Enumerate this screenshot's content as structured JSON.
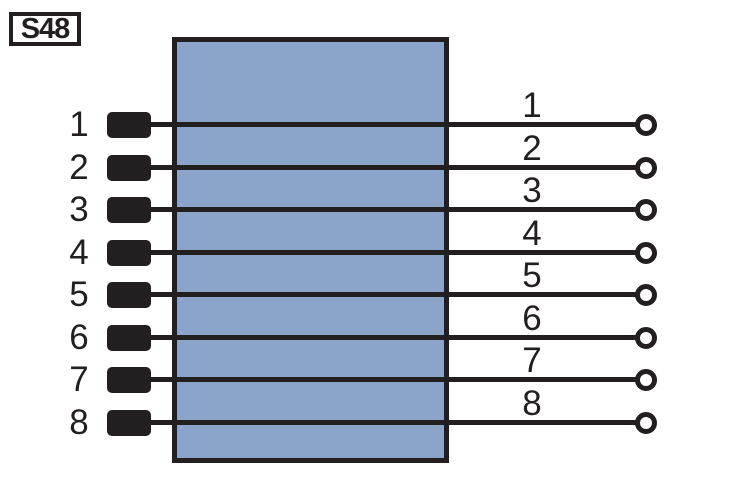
{
  "title": {
    "label": "S48"
  },
  "colors": {
    "ink": "#231F20",
    "component_fill": "#8AA4CA",
    "background": "#FFFFFF",
    "terminal_fill": "#FFFFFF"
  },
  "wires": [
    {
      "left_label": "1",
      "right_label": "1"
    },
    {
      "left_label": "2",
      "right_label": "2"
    },
    {
      "left_label": "3",
      "right_label": "3"
    },
    {
      "left_label": "4",
      "right_label": "4"
    },
    {
      "left_label": "5",
      "right_label": "5"
    },
    {
      "left_label": "6",
      "right_label": "6"
    },
    {
      "left_label": "7",
      "right_label": "7"
    },
    {
      "left_label": "8",
      "right_label": "8"
    }
  ]
}
